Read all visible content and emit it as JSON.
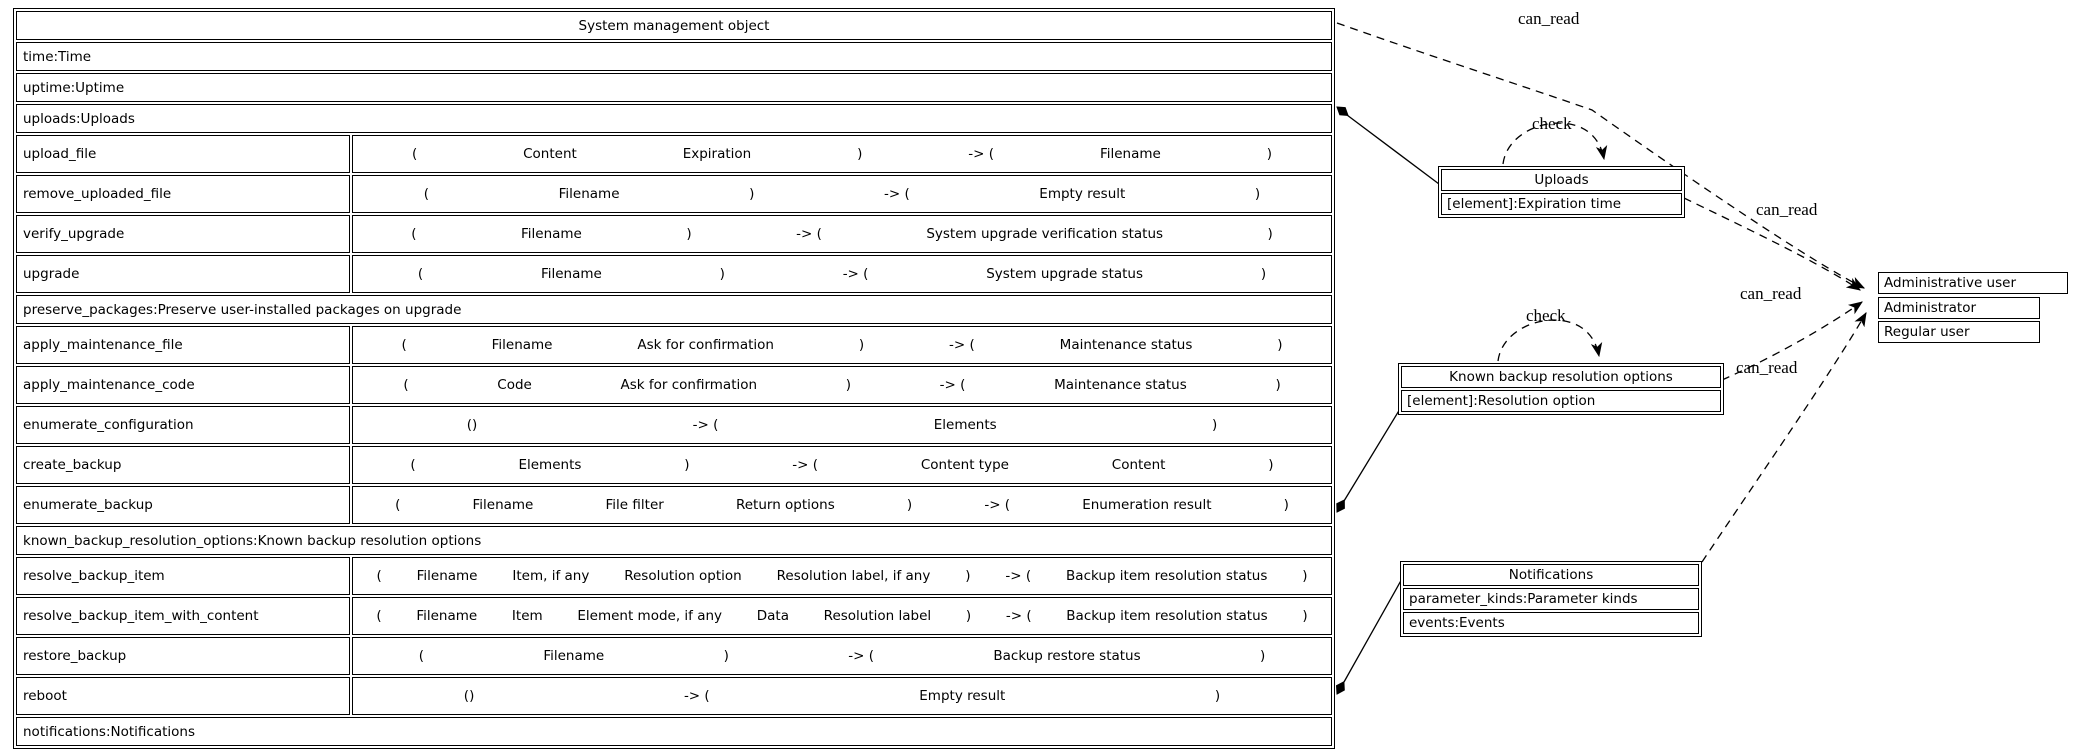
{
  "diagram": {
    "main_table": {
      "title": "System management object",
      "rows": [
        {
          "type": "field",
          "text": "time:Time"
        },
        {
          "type": "field",
          "text": "uptime:Uptime"
        },
        {
          "type": "field",
          "text": "uploads:Uploads"
        },
        {
          "type": "method",
          "name": "upload_file",
          "tokens": [
            "(",
            "Content",
            "Expiration",
            ")",
            "-> (",
            "Filename",
            ")"
          ]
        },
        {
          "type": "method",
          "name": "remove_uploaded_file",
          "tokens": [
            "(",
            "Filename",
            ")",
            "-> (",
            "Empty result",
            ")"
          ]
        },
        {
          "type": "method",
          "name": "verify_upgrade",
          "tokens": [
            "(",
            "Filename",
            ")",
            "-> (",
            "System upgrade verification status",
            ")"
          ]
        },
        {
          "type": "method",
          "name": "upgrade",
          "tokens": [
            "(",
            "Filename",
            ")",
            "-> (",
            "System upgrade status",
            ")"
          ]
        },
        {
          "type": "field",
          "text": "preserve_packages:Preserve user-installed packages on upgrade"
        },
        {
          "type": "method",
          "name": "apply_maintenance_file",
          "tokens": [
            "(",
            "Filename",
            "Ask for confirmation",
            ")",
            "-> (",
            "Maintenance status",
            ")"
          ]
        },
        {
          "type": "method",
          "name": "apply_maintenance_code",
          "tokens": [
            "(",
            "Code",
            "Ask for confirmation",
            ")",
            "-> (",
            "Maintenance status",
            ")"
          ]
        },
        {
          "type": "method",
          "name": "enumerate_configuration",
          "tokens": [
            "()",
            "-> (",
            "Elements",
            ")"
          ]
        },
        {
          "type": "method",
          "name": "create_backup",
          "tokens": [
            "(",
            "Elements",
            ")",
            "-> (",
            "Content type",
            "Content",
            ")"
          ]
        },
        {
          "type": "method",
          "name": "enumerate_backup",
          "tokens": [
            "(",
            "Filename",
            "File filter",
            "Return options",
            ")",
            "-> (",
            "Enumeration result",
            ")"
          ]
        },
        {
          "type": "field",
          "text": "known_backup_resolution_options:Known backup resolution options"
        },
        {
          "type": "method",
          "name": "resolve_backup_item",
          "tokens": [
            "(",
            "Filename",
            "Item, if any",
            "Resolution option",
            "Resolution label, if any",
            ")",
            "-> (",
            "Backup item resolution status",
            ")"
          ]
        },
        {
          "type": "method",
          "name": "resolve_backup_item_with_content",
          "tokens": [
            "(",
            "Filename",
            "Item",
            "Element mode, if any",
            "Data",
            "Resolution label",
            ")",
            "-> (",
            "Backup item resolution status",
            ")"
          ]
        },
        {
          "type": "method",
          "name": "restore_backup",
          "tokens": [
            "(",
            "Filename",
            ")",
            "-> (",
            "Backup restore status",
            ")"
          ]
        },
        {
          "type": "method",
          "name": "reboot",
          "tokens": [
            "()",
            "-> (",
            "Empty result",
            ")"
          ]
        },
        {
          "type": "field",
          "text": "notifications:Notifications"
        }
      ]
    },
    "boxes": {
      "uploads": {
        "title": "Uploads",
        "rows": [
          "[element]:Expiration time"
        ]
      },
      "known_backup_resolution_options": {
        "title": "Known backup resolution options",
        "rows": [
          "[element]:Resolution option"
        ]
      },
      "notifications": {
        "title": "Notifications",
        "rows": [
          "parameter_kinds:Parameter kinds",
          "events:Events"
        ]
      },
      "administrative_user": {
        "title": "Administrative user",
        "rows": [
          "Administrator",
          "Regular user"
        ]
      }
    },
    "edges": [
      {
        "from": "System management object",
        "to": "Administrative user",
        "label": "can_read",
        "style": "dashed-arrow"
      },
      {
        "from": "Uploads",
        "to": "Administrative user",
        "label": "can_read",
        "style": "dashed-arrow"
      },
      {
        "from": "Known backup resolution options",
        "to": "Administrative user",
        "label": "can_read",
        "style": "dashed-arrow"
      },
      {
        "from": "Notifications",
        "to": "Administrative user",
        "label": "can_read",
        "style": "dashed-arrow"
      },
      {
        "from": "Uploads",
        "to": "Uploads",
        "label": "check",
        "style": "dashed-self-loop"
      },
      {
        "from": "Known backup resolution options",
        "to": "Known backup resolution options",
        "label": "check",
        "style": "dashed-self-loop"
      },
      {
        "from": "System management object.uploads",
        "to": "Uploads",
        "label": "",
        "style": "solid-composition"
      },
      {
        "from": "System management object.known_backup_resolution_options",
        "to": "Known backup resolution options",
        "label": "",
        "style": "solid-composition"
      },
      {
        "from": "System management object.notifications",
        "to": "Notifications",
        "label": "",
        "style": "solid-composition"
      }
    ],
    "colors": {
      "background": "#ffffff",
      "line": "#000000",
      "text": "#000000"
    }
  }
}
